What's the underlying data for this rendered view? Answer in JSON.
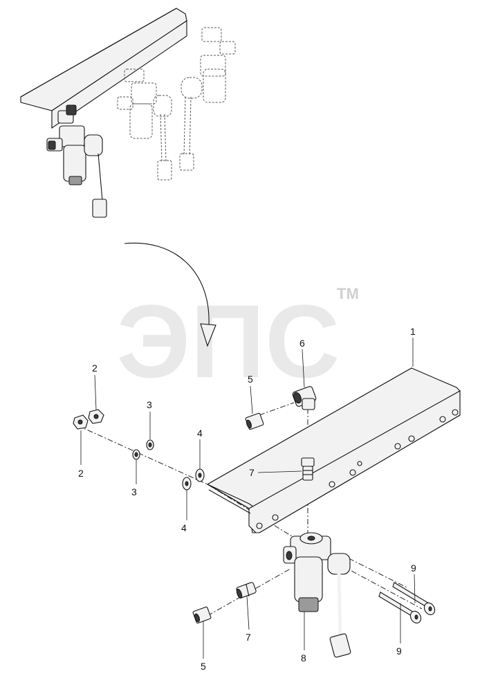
{
  "watermark": {
    "text": "ЭПС",
    "trademark": "TM"
  },
  "callouts": [
    {
      "id": "c1",
      "text": "1"
    },
    {
      "id": "c2a",
      "text": "2"
    },
    {
      "id": "c2b",
      "text": "2"
    },
    {
      "id": "c3a",
      "text": "3"
    },
    {
      "id": "c3b",
      "text": "3"
    },
    {
      "id": "c4a",
      "text": "4"
    },
    {
      "id": "c4b",
      "text": "4"
    },
    {
      "id": "c5a",
      "text": "5"
    },
    {
      "id": "c5b",
      "text": "5"
    },
    {
      "id": "c6",
      "text": "6"
    },
    {
      "id": "c7a",
      "text": "7"
    },
    {
      "id": "c7b",
      "text": "7"
    },
    {
      "id": "c8",
      "text": "8"
    },
    {
      "id": "c9a",
      "text": "9"
    },
    {
      "id": "c9b",
      "text": "9"
    }
  ]
}
